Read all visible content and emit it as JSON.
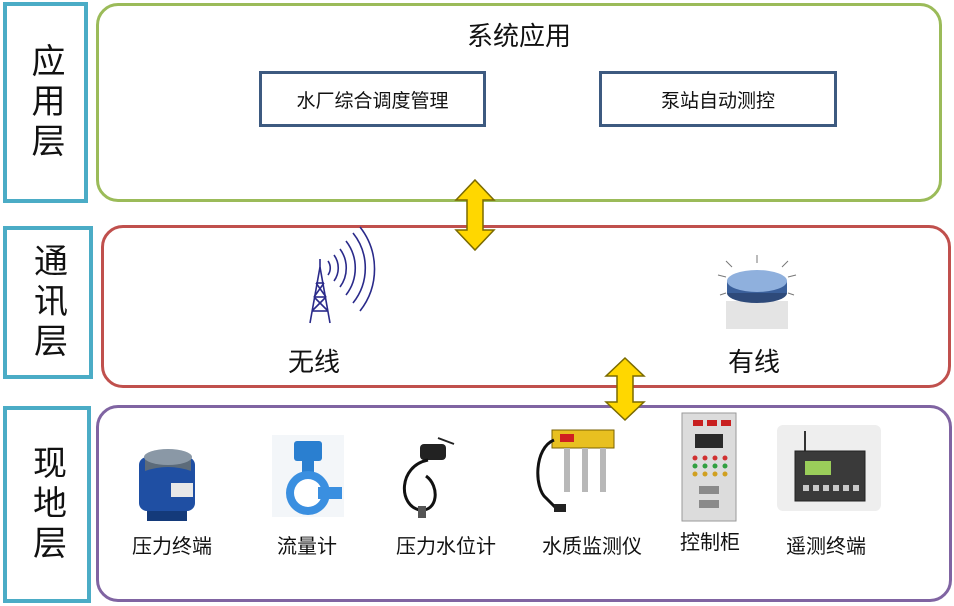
{
  "layers": {
    "application": "应用层",
    "communication": "通讯层",
    "field": "现地层"
  },
  "application": {
    "title": "系统应用",
    "systems": [
      "水厂综合调度管理",
      "泵站自动测控"
    ]
  },
  "communication": {
    "wireless": "无线",
    "wired": "有线"
  },
  "field": {
    "devices": [
      "压力终端",
      "流量计",
      "压力水位计",
      "水质监测仪",
      "控制柜",
      "遥测终端"
    ]
  },
  "colors": {
    "layer_label_border": "#4bacc6",
    "application_border": "#9bbb59",
    "communication_border": "#c0504d",
    "field_border": "#8064a2",
    "system_box_border": "#3d5a80",
    "arrow_fill": "#ffd700"
  }
}
